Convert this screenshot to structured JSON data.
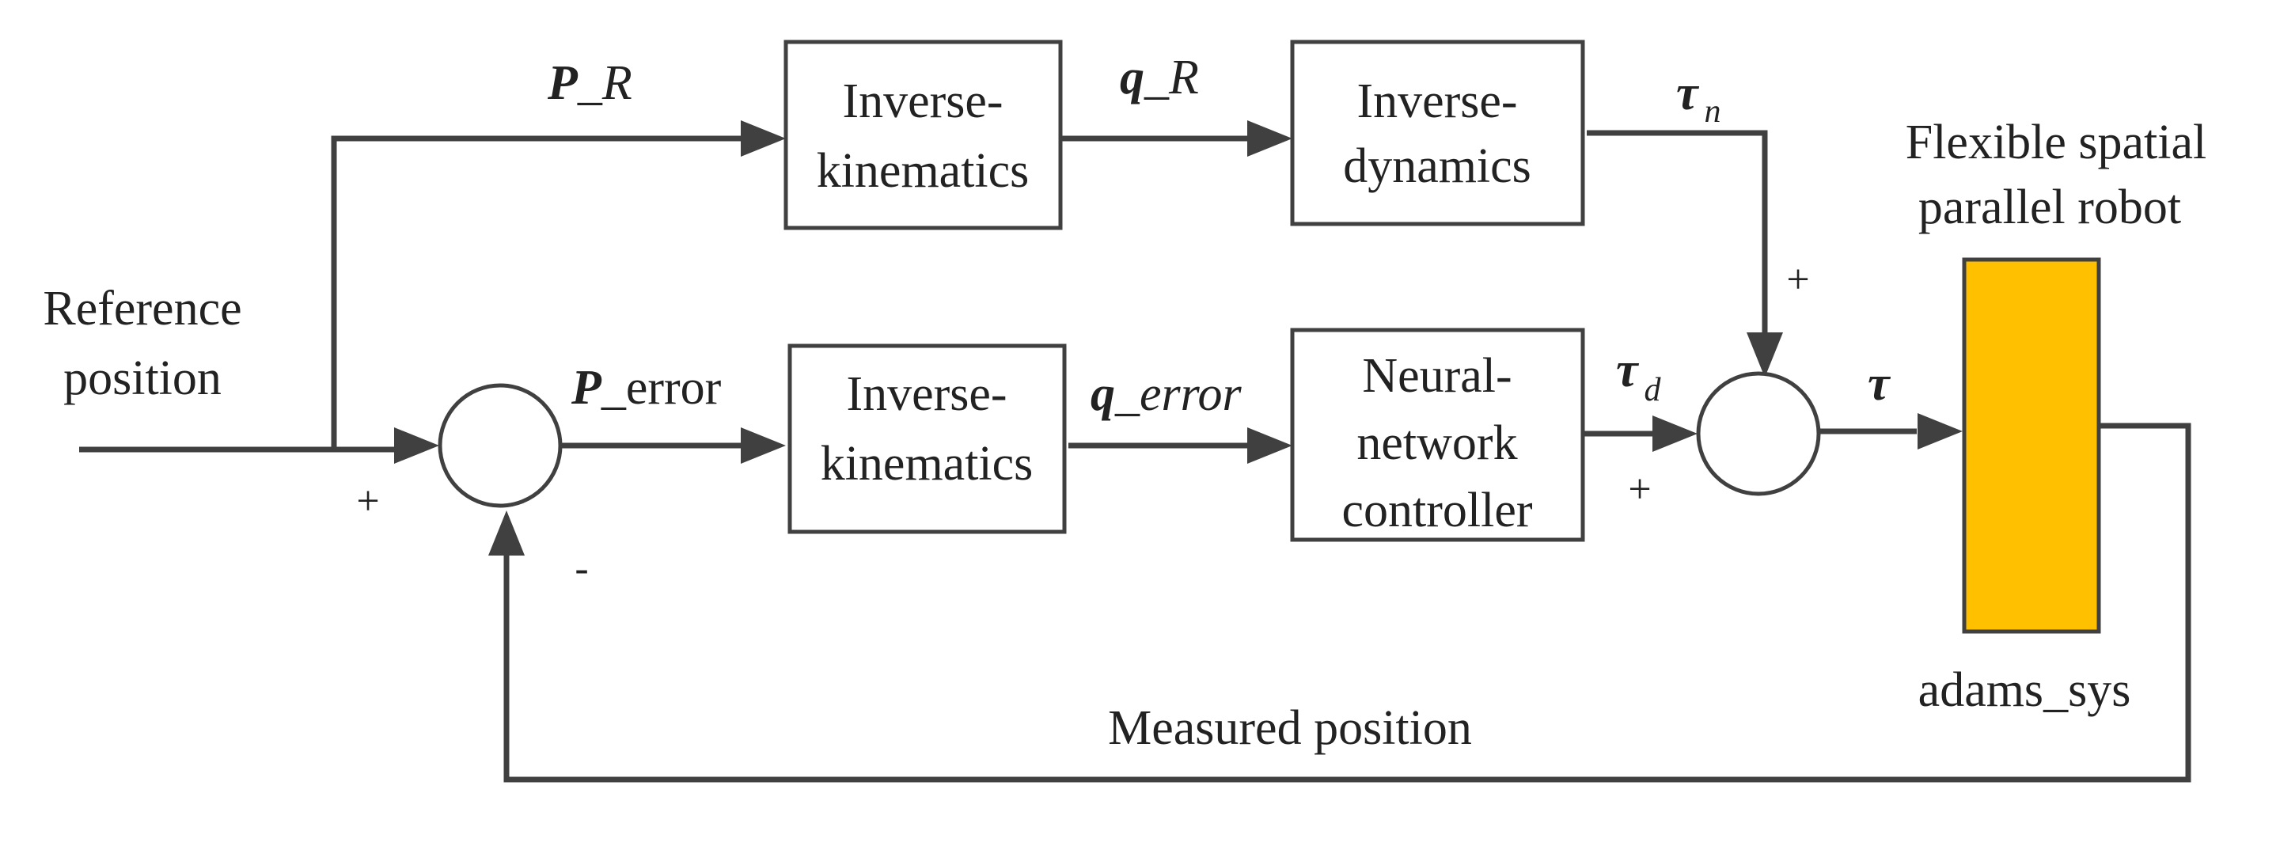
{
  "blocks": {
    "ik_top": [
      "Inverse-",
      "kinematics"
    ],
    "id_top": [
      "Inverse-",
      "dynamics"
    ],
    "ik_bottom": [
      "Inverse-",
      "kinematics"
    ],
    "nn": [
      "Neural-",
      "network",
      "controller"
    ]
  },
  "plant": {
    "title": [
      "Flexible spatial",
      "parallel robot"
    ],
    "label": "adams_sys",
    "color": "#FFC000"
  },
  "inputs": {
    "reference": [
      "Reference",
      "position"
    ]
  },
  "signals": {
    "p_r_main": "P",
    "p_r_rest": "_R",
    "q_r_main": "q",
    "q_r_rest": "_R",
    "tau_n_main": "τ",
    "tau_n_sub": "n",
    "p_err_main": "P",
    "p_err_rest": "_error",
    "q_err_main": "q",
    "q_err_rest": "_error",
    "tau_d_main": "τ",
    "tau_d_sub": "d",
    "tau": "τ",
    "measured": "Measured position"
  },
  "signs": {
    "sum1_plus": "+",
    "sum1_minus": "-",
    "sum2_top_plus": "+",
    "sum2_left_plus": "+"
  }
}
